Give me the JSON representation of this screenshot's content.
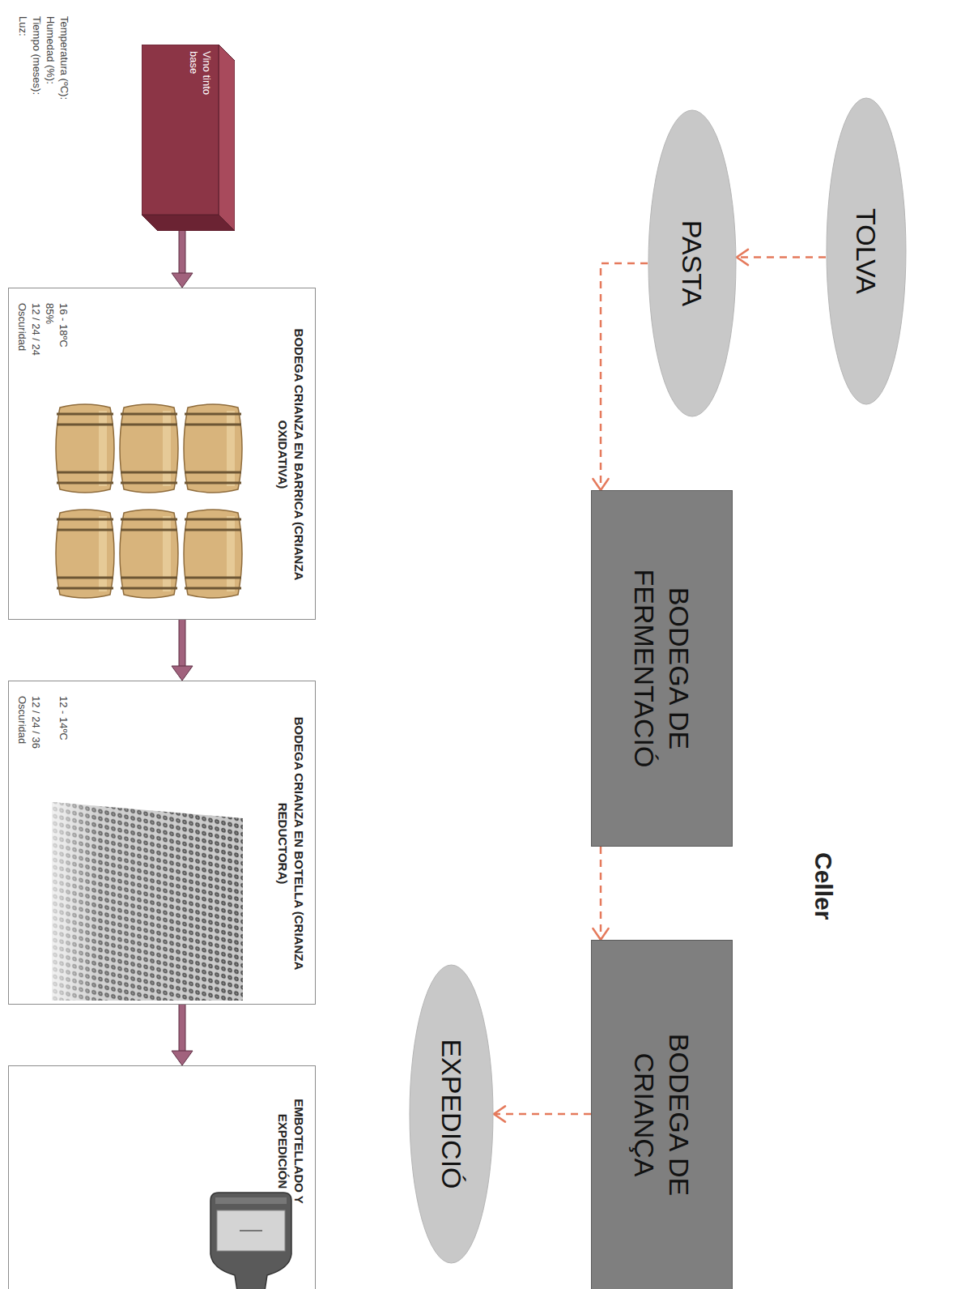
{
  "diagram": {
    "title": "Celler",
    "nodes": [
      {
        "text": [
          "TOLVA"
        ]
      },
      {
        "text": [
          "PASTA"
        ]
      },
      {
        "text": [
          "BODEGA DE FERMENTACIÓ"
        ]
      },
      {
        "text": [
          "BODEGA DE CRIANÇA"
        ]
      },
      {
        "text": [
          "EXPEDICIÓ"
        ]
      },
      {
        "text": [
          "Vino tinto base"
        ]
      },
      {
        "text": [
          "BODEGA CRIANZA EN BARRICA (CRIANZA OXIDATIVA)",
          "16 - 18ºC",
          "85%",
          "12 / 24 / 24",
          "Oscuridad"
        ]
      },
      {
        "text": [
          "BODEGA CRIANZA EN BOTELLA (CRIANZA REDUCTORA)",
          "12 - 14ºC",
          "12 / 24 / 36",
          "Oscuridad"
        ]
      },
      {
        "text": [
          "EMBOTELLADO Y EXPEDICIÓN"
        ]
      }
    ],
    "edges": [
      {
        "from": 0,
        "to": 1,
        "arrow": "to"
      },
      {
        "from": 1,
        "to": 2,
        "arrow": "to"
      },
      {
        "from": 2,
        "to": 3,
        "arrow": "to"
      },
      {
        "from": 3,
        "to": 4,
        "arrow": "to"
      },
      {
        "from": 5,
        "to": 6,
        "arrow": "to"
      },
      {
        "from": 6,
        "to": 7,
        "arrow": "to"
      },
      {
        "from": 7,
        "to": 8,
        "arrow": "to"
      }
    ],
    "labels": [
      "Temperatura (ºC):",
      "Humedad (%):",
      "Tiempo (meses):",
      "Luz:"
    ]
  }
}
